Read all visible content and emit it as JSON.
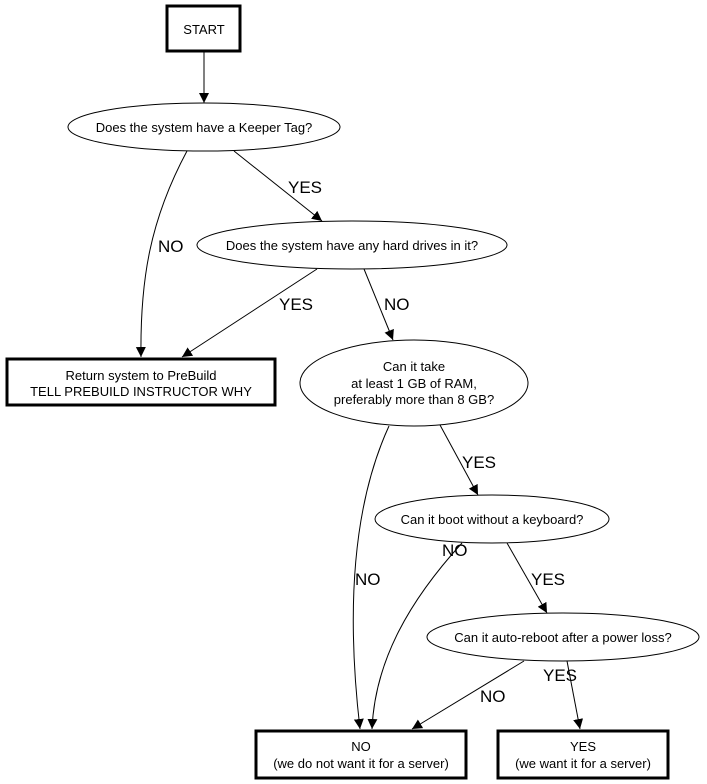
{
  "diagram": {
    "type": "flowchart",
    "nodes": {
      "start": {
        "shape": "box",
        "lines": [
          "START"
        ]
      },
      "keeper_tag": {
        "shape": "ellipse",
        "lines": [
          "Does the system have a Keeper Tag?"
        ]
      },
      "hard_drives": {
        "shape": "ellipse",
        "lines": [
          "Does the system have any hard drives in it?"
        ]
      },
      "return_prebuild": {
        "shape": "box",
        "lines": [
          "Return system to PreBuild",
          "TELL PREBUILD INSTRUCTOR WHY"
        ]
      },
      "ram": {
        "shape": "ellipse",
        "lines": [
          "Can it take",
          "at least 1 GB of RAM,",
          "preferably more than 8 GB?"
        ]
      },
      "keyboard": {
        "shape": "ellipse",
        "lines": [
          "Can it boot without a keyboard?"
        ]
      },
      "auto_reboot": {
        "shape": "ellipse",
        "lines": [
          "Can it auto-reboot after a power loss?"
        ]
      },
      "result_no": {
        "shape": "box",
        "lines": [
          "NO",
          "(we do not want it for a server)"
        ]
      },
      "result_yes": {
        "shape": "box",
        "lines": [
          "YES",
          "(we want it for a server)"
        ]
      }
    },
    "edges": [
      {
        "from": "start",
        "to": "keeper_tag",
        "label": ""
      },
      {
        "from": "keeper_tag",
        "to": "hard_drives",
        "label": "YES"
      },
      {
        "from": "keeper_tag",
        "to": "return_prebuild",
        "label": "NO"
      },
      {
        "from": "hard_drives",
        "to": "return_prebuild",
        "label": "YES"
      },
      {
        "from": "hard_drives",
        "to": "ram",
        "label": "NO"
      },
      {
        "from": "ram",
        "to": "keyboard",
        "label": "YES"
      },
      {
        "from": "ram",
        "to": "result_no",
        "label": "NO"
      },
      {
        "from": "keyboard",
        "to": "auto_reboot",
        "label": "YES"
      },
      {
        "from": "keyboard",
        "to": "result_no",
        "label": "NO"
      },
      {
        "from": "auto_reboot",
        "to": "result_yes",
        "label": "YES"
      },
      {
        "from": "auto_reboot",
        "to": "result_no",
        "label": "NO"
      }
    ]
  }
}
